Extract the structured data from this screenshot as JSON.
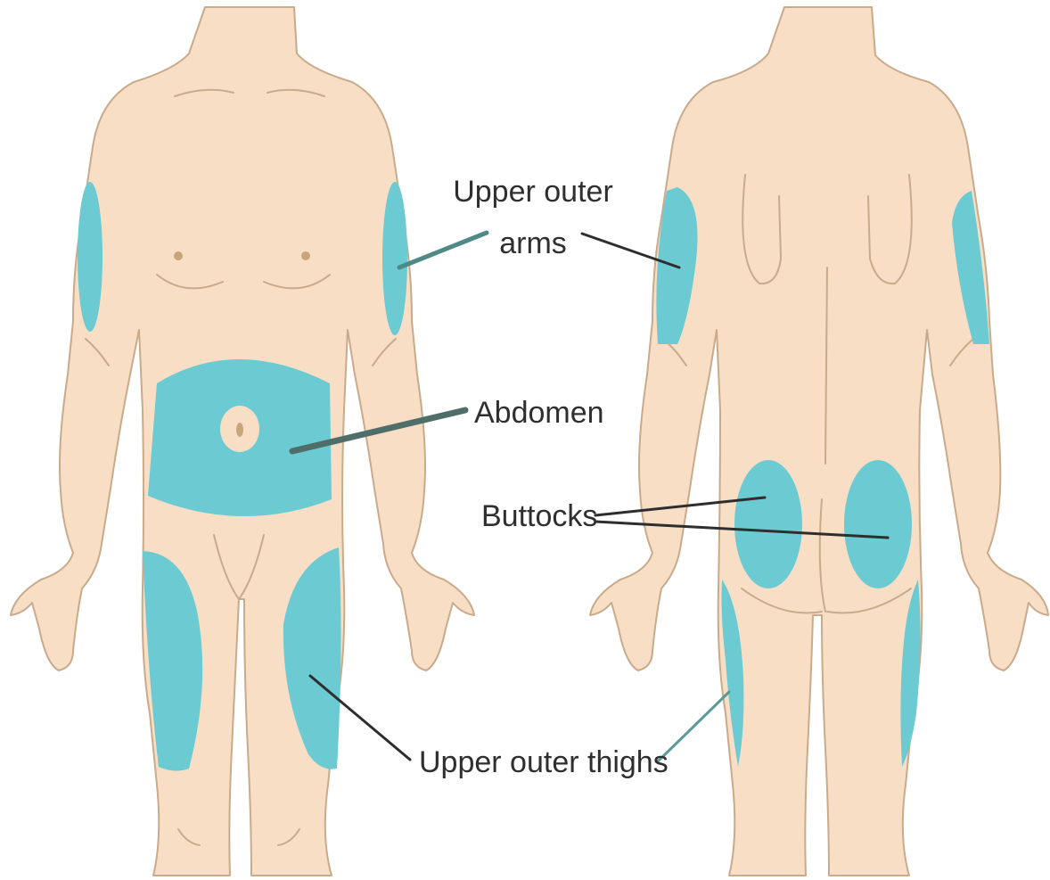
{
  "labels": {
    "arms_line1": "Upper outer",
    "arms_line2": "arms",
    "abdomen": "Abdomen",
    "buttocks": "Buttocks",
    "thighs": "Upper outer thighs"
  },
  "colors": {
    "skin": "#f7dec5",
    "outline": "#c9aa8b",
    "injection_site": "#6ccad2",
    "leader_dark": "#2e2e2e",
    "leader_teal": "#4f8a88"
  }
}
